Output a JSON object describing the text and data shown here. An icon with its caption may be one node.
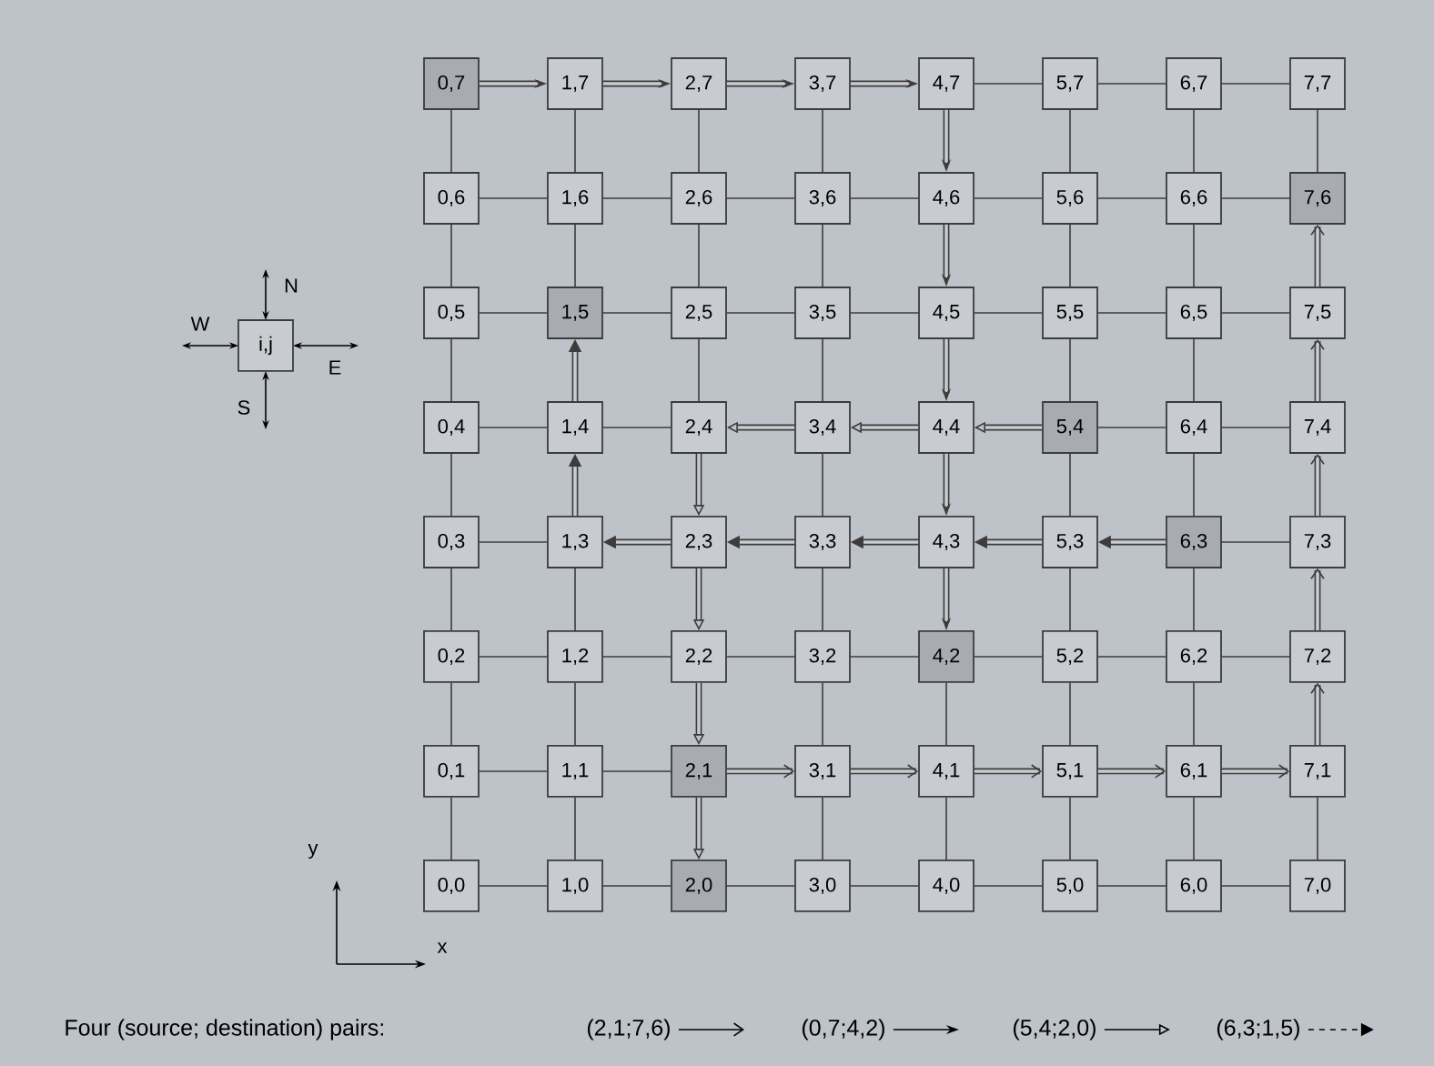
{
  "diagram": {
    "caption": "Four (source; destination) pairs:",
    "nodes": [
      {
        "text": [
          "0,7"
        ]
      },
      {
        "text": [
          "1,7"
        ]
      },
      {
        "text": [
          "2,7"
        ]
      },
      {
        "text": [
          "3,7"
        ]
      },
      {
        "text": [
          "4,7"
        ]
      },
      {
        "text": [
          "5,7"
        ]
      },
      {
        "text": [
          "6,7"
        ]
      },
      {
        "text": [
          "7,7"
        ]
      },
      {
        "text": [
          "0,6"
        ]
      },
      {
        "text": [
          "1,6"
        ]
      },
      {
        "text": [
          "2,6"
        ]
      },
      {
        "text": [
          "3,6"
        ]
      },
      {
        "text": [
          "4,6"
        ]
      },
      {
        "text": [
          "5,6"
        ]
      },
      {
        "text": [
          "6,6"
        ]
      },
      {
        "text": [
          "7,6"
        ]
      },
      {
        "text": [
          "0,5"
        ]
      },
      {
        "text": [
          "1,5"
        ]
      },
      {
        "text": [
          "2,5"
        ]
      },
      {
        "text": [
          "3,5"
        ]
      },
      {
        "text": [
          "4,5"
        ]
      },
      {
        "text": [
          "5,5"
        ]
      },
      {
        "text": [
          "6,5"
        ]
      },
      {
        "text": [
          "7,5"
        ]
      },
      {
        "text": [
          "0,4"
        ]
      },
      {
        "text": [
          "1,4"
        ]
      },
      {
        "text": [
          "2,4"
        ]
      },
      {
        "text": [
          "3,4"
        ]
      },
      {
        "text": [
          "4,4"
        ]
      },
      {
        "text": [
          "5,4"
        ]
      },
      {
        "text": [
          "6,4"
        ]
      },
      {
        "text": [
          "7,4"
        ]
      },
      {
        "text": [
          "0,3"
        ]
      },
      {
        "text": [
          "1,3"
        ]
      },
      {
        "text": [
          "2,3"
        ]
      },
      {
        "text": [
          "3,3"
        ]
      },
      {
        "text": [
          "4,3"
        ]
      },
      {
        "text": [
          "5,3"
        ]
      },
      {
        "text": [
          "6,3"
        ]
      },
      {
        "text": [
          "7,3"
        ]
      },
      {
        "text": [
          "0,2"
        ]
      },
      {
        "text": [
          "1,2"
        ]
      },
      {
        "text": [
          "2,2"
        ]
      },
      {
        "text": [
          "3,2"
        ]
      },
      {
        "text": [
          "4,2"
        ]
      },
      {
        "text": [
          "5,2"
        ]
      },
      {
        "text": [
          "6,2"
        ]
      },
      {
        "text": [
          "7,2"
        ]
      },
      {
        "text": [
          "0,1"
        ]
      },
      {
        "text": [
          "1,1"
        ]
      },
      {
        "text": [
          "2,1"
        ]
      },
      {
        "text": [
          "3,1"
        ]
      },
      {
        "text": [
          "4,1"
        ]
      },
      {
        "text": [
          "5,1"
        ]
      },
      {
        "text": [
          "6,1"
        ]
      },
      {
        "text": [
          "7,1"
        ]
      },
      {
        "text": [
          "0,0"
        ]
      },
      {
        "text": [
          "1,0"
        ]
      },
      {
        "text": [
          "2,0"
        ]
      },
      {
        "text": [
          "3,0"
        ]
      },
      {
        "text": [
          "4,0"
        ]
      },
      {
        "text": [
          "5,0"
        ]
      },
      {
        "text": [
          "6,0"
        ]
      },
      {
        "text": [
          "7,0"
        ]
      },
      {
        "text": [
          "i,j"
        ]
      }
    ],
    "edges": [
      {
        "from": 0,
        "to": 1,
        "arrow": "to",
        "style": "thick"
      },
      {
        "from": 1,
        "to": 2,
        "arrow": "to",
        "style": "thick"
      },
      {
        "from": 2,
        "to": 3,
        "arrow": "to",
        "style": "thick"
      },
      {
        "from": 3,
        "to": 4,
        "arrow": "to",
        "style": "thick"
      },
      {
        "from": 4,
        "to": 5,
        "arrow": "none"
      },
      {
        "from": 5,
        "to": 6,
        "arrow": "none"
      },
      {
        "from": 6,
        "to": 7,
        "arrow": "none"
      },
      {
        "from": 8,
        "to": 9,
        "arrow": "none"
      },
      {
        "from": 9,
        "to": 10,
        "arrow": "none"
      },
      {
        "from": 10,
        "to": 11,
        "arrow": "none"
      },
      {
        "from": 11,
        "to": 12,
        "arrow": "none"
      },
      {
        "from": 12,
        "to": 13,
        "arrow": "none"
      },
      {
        "from": 13,
        "to": 14,
        "arrow": "none"
      },
      {
        "from": 14,
        "to": 15,
        "arrow": "none"
      },
      {
        "from": 16,
        "to": 17,
        "arrow": "none"
      },
      {
        "from": 17,
        "to": 18,
        "arrow": "none"
      },
      {
        "from": 18,
        "to": 19,
        "arrow": "none"
      },
      {
        "from": 19,
        "to": 20,
        "arrow": "none"
      },
      {
        "from": 20,
        "to": 21,
        "arrow": "none"
      },
      {
        "from": 21,
        "to": 22,
        "arrow": "none"
      },
      {
        "from": 22,
        "to": 23,
        "arrow": "none"
      },
      {
        "from": 24,
        "to": 25,
        "arrow": "none"
      },
      {
        "from": 25,
        "to": 26,
        "arrow": "none"
      },
      {
        "from": 27,
        "to": 26,
        "arrow": "to",
        "style": "thick"
      },
      {
        "from": 28,
        "to": 27,
        "arrow": "to",
        "style": "thick"
      },
      {
        "from": 29,
        "to": 28,
        "arrow": "to",
        "style": "thick"
      },
      {
        "from": 29,
        "to": 30,
        "arrow": "none"
      },
      {
        "from": 30,
        "to": 31,
        "arrow": "none"
      },
      {
        "from": 32,
        "to": 33,
        "arrow": "none"
      },
      {
        "from": 34,
        "to": 33,
        "arrow": "to",
        "style": "thick"
      },
      {
        "from": 35,
        "to": 34,
        "arrow": "to",
        "style": "thick"
      },
      {
        "from": 36,
        "to": 35,
        "arrow": "to",
        "style": "thick"
      },
      {
        "from": 37,
        "to": 36,
        "arrow": "to",
        "style": "thick"
      },
      {
        "from": 38,
        "to": 37,
        "arrow": "to",
        "style": "thick"
      },
      {
        "from": 38,
        "to": 39,
        "arrow": "none"
      },
      {
        "from": 40,
        "to": 41,
        "arrow": "none"
      },
      {
        "from": 41,
        "to": 42,
        "arrow": "none"
      },
      {
        "from": 42,
        "to": 43,
        "arrow": "none"
      },
      {
        "from": 43,
        "to": 44,
        "arrow": "none"
      },
      {
        "from": 44,
        "to": 45,
        "arrow": "none"
      },
      {
        "from": 45,
        "to": 46,
        "arrow": "none"
      },
      {
        "from": 46,
        "to": 47,
        "arrow": "none"
      },
      {
        "from": 48,
        "to": 49,
        "arrow": "none"
      },
      {
        "from": 49,
        "to": 50,
        "arrow": "none"
      },
      {
        "from": 50,
        "to": 51,
        "arrow": "to",
        "style": "thick"
      },
      {
        "from": 51,
        "to": 52,
        "arrow": "to",
        "style": "thick"
      },
      {
        "from": 52,
        "to": 53,
        "arrow": "to",
        "style": "thick"
      },
      {
        "from": 53,
        "to": 54,
        "arrow": "to",
        "style": "thick"
      },
      {
        "from": 54,
        "to": 55,
        "arrow": "to",
        "style": "thick"
      },
      {
        "from": 56,
        "to": 57,
        "arrow": "none"
      },
      {
        "from": 57,
        "to": 58,
        "arrow": "none"
      },
      {
        "from": 58,
        "to": 59,
        "arrow": "none"
      },
      {
        "from": 59,
        "to": 60,
        "arrow": "none"
      },
      {
        "from": 60,
        "to": 61,
        "arrow": "none"
      },
      {
        "from": 61,
        "to": 62,
        "arrow": "none"
      },
      {
        "from": 62,
        "to": 63,
        "arrow": "none"
      },
      {
        "from": 0,
        "to": 8,
        "arrow": "none"
      },
      {
        "from": 8,
        "to": 16,
        "arrow": "none"
      },
      {
        "from": 16,
        "to": 24,
        "arrow": "none"
      },
      {
        "from": 24,
        "to": 32,
        "arrow": "none"
      },
      {
        "from": 32,
        "to": 40,
        "arrow": "none"
      },
      {
        "from": 40,
        "to": 48,
        "arrow": "none"
      },
      {
        "from": 48,
        "to": 56,
        "arrow": "none"
      },
      {
        "from": 1,
        "to": 9,
        "arrow": "none"
      },
      {
        "from": 9,
        "to": 17,
        "arrow": "none"
      },
      {
        "from": 25,
        "to": 17,
        "arrow": "to",
        "style": "thick"
      },
      {
        "from": 33,
        "to": 25,
        "arrow": "to",
        "style": "thick"
      },
      {
        "from": 33,
        "to": 41,
        "arrow": "none"
      },
      {
        "from": 41,
        "to": 49,
        "arrow": "none"
      },
      {
        "from": 49,
        "to": 57,
        "arrow": "none"
      },
      {
        "from": 2,
        "to": 10,
        "arrow": "none"
      },
      {
        "from": 10,
        "to": 18,
        "arrow": "none"
      },
      {
        "from": 18,
        "to": 26,
        "arrow": "none"
      },
      {
        "from": 26,
        "to": 34,
        "arrow": "to",
        "style": "thick"
      },
      {
        "from": 34,
        "to": 42,
        "arrow": "to",
        "style": "thick"
      },
      {
        "from": 42,
        "to": 50,
        "arrow": "to",
        "style": "thick"
      },
      {
        "from": 50,
        "to": 58,
        "arrow": "to",
        "style": "thick"
      },
      {
        "from": 3,
        "to": 11,
        "arrow": "none"
      },
      {
        "from": 11,
        "to": 19,
        "arrow": "none"
      },
      {
        "from": 19,
        "to": 27,
        "arrow": "none"
      },
      {
        "from": 27,
        "to": 35,
        "arrow": "none"
      },
      {
        "from": 35,
        "to": 43,
        "arrow": "none"
      },
      {
        "from": 43,
        "to": 51,
        "arrow": "none"
      },
      {
        "from": 51,
        "to": 59,
        "arrow": "none"
      },
      {
        "from": 4,
        "to": 12,
        "arrow": "to",
        "style": "thick"
      },
      {
        "from": 12,
        "to": 20,
        "arrow": "to",
        "style": "thick"
      },
      {
        "from": 20,
        "to": 28,
        "arrow": "to",
        "style": "thick"
      },
      {
        "from": 28,
        "to": 36,
        "arrow": "to",
        "style": "thick"
      },
      {
        "from": 36,
        "to": 44,
        "arrow": "to",
        "style": "thick"
      },
      {
        "from": 44,
        "to": 52,
        "arrow": "none"
      },
      {
        "from": 52,
        "to": 60,
        "arrow": "none"
      },
      {
        "from": 5,
        "to": 13,
        "arrow": "none"
      },
      {
        "from": 13,
        "to": 21,
        "arrow": "none"
      },
      {
        "from": 21,
        "to": 29,
        "arrow": "none"
      },
      {
        "from": 29,
        "to": 37,
        "arrow": "none"
      },
      {
        "from": 37,
        "to": 45,
        "arrow": "none"
      },
      {
        "from": 45,
        "to": 53,
        "arrow": "none"
      },
      {
        "from": 53,
        "to": 61,
        "arrow": "none"
      },
      {
        "from": 6,
        "to": 14,
        "arrow": "none"
      },
      {
        "from": 14,
        "to": 22,
        "arrow": "none"
      },
      {
        "from": 22,
        "to": 30,
        "arrow": "none"
      },
      {
        "from": 30,
        "to": 38,
        "arrow": "none"
      },
      {
        "from": 38,
        "to": 46,
        "arrow": "none"
      },
      {
        "from": 46,
        "to": 54,
        "arrow": "none"
      },
      {
        "from": 54,
        "to": 62,
        "arrow": "none"
      },
      {
        "from": 7,
        "to": 15,
        "arrow": "none"
      },
      {
        "from": 23,
        "to": 15,
        "arrow": "to",
        "style": "thick"
      },
      {
        "from": 31,
        "to": 23,
        "arrow": "to",
        "style": "thick"
      },
      {
        "from": 39,
        "to": 31,
        "arrow": "to",
        "style": "thick"
      },
      {
        "from": 47,
        "to": 39,
        "arrow": "to",
        "style": "thick"
      },
      {
        "from": 55,
        "to": 47,
        "arrow": "to",
        "style": "thick"
      },
      {
        "from": 55,
        "to": 63,
        "arrow": "none"
      }
    ],
    "labels": [
      "N",
      "W",
      "E",
      "S",
      "y",
      "x"
    ],
    "legend": [
      {
        "text": "(2,1;7,6)"
      },
      {
        "text": "(0,7;4,2)"
      },
      {
        "text": "(5,4;2,0)"
      },
      {
        "text": "(6,3;1,5)"
      }
    ]
  }
}
